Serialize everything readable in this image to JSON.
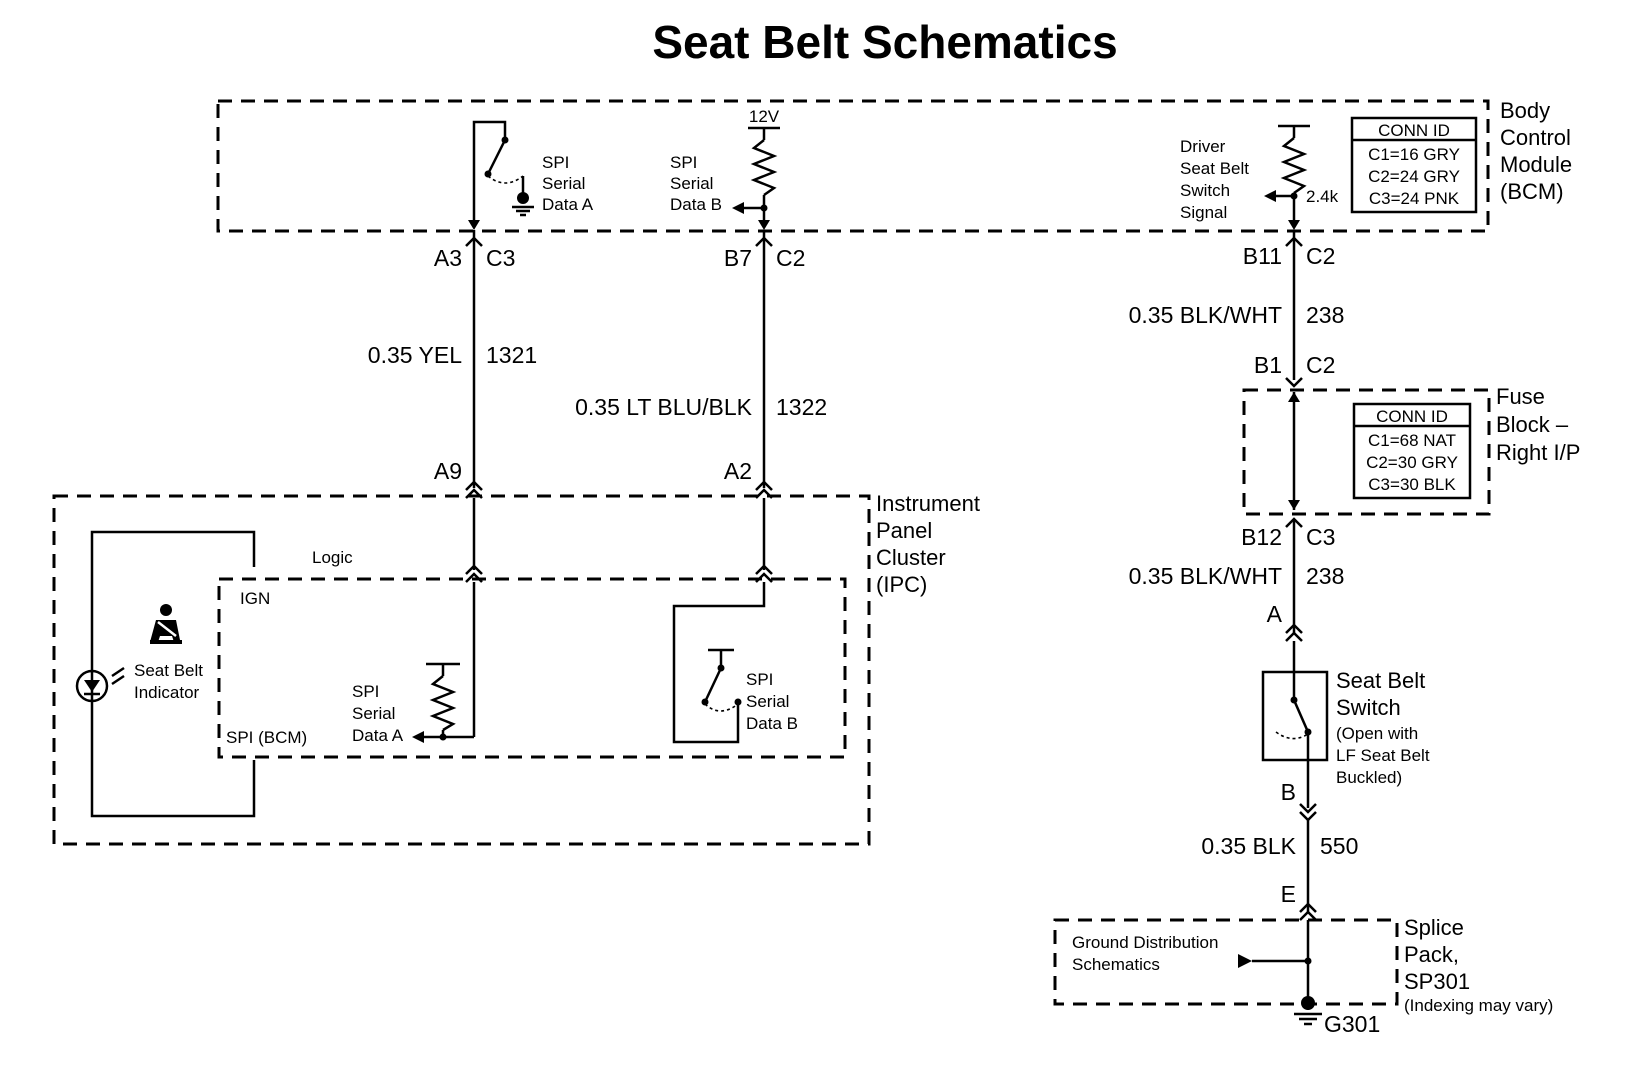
{
  "title": "Seat Belt Schematics",
  "bcm": {
    "name_lines": [
      "Body",
      "Control",
      "Module",
      "(BCM)"
    ],
    "spi_a_lines": [
      "SPI",
      "Serial",
      "Data A"
    ],
    "spi_b_lines": [
      "SPI",
      "Serial",
      "Data B"
    ],
    "voltage": "12V",
    "driver_signal_lines": [
      "Driver",
      "Seat Belt",
      "Switch",
      "Signal"
    ],
    "resistor": "2.4k",
    "conn_id": {
      "header": "CONN ID",
      "rows": [
        "C1=16 GRY",
        "C2=24 GRY",
        "C3=24 PNK"
      ]
    }
  },
  "circuits": [
    {
      "pin_top": "A3",
      "conn_top": "C3",
      "wire": "0.35 YEL",
      "circuit": "1321",
      "pin_bottom": "A9"
    },
    {
      "pin_top": "B7",
      "conn_top": "C2",
      "wire": "0.35 LT BLU/BLK",
      "circuit": "1322",
      "pin_bottom": "A2"
    }
  ],
  "right_circuit": {
    "pin_top": "B11",
    "conn_top": "C2",
    "wire1": "0.35 BLK/WHT",
    "circuit1": "238",
    "fuse_pin_top": "B1",
    "fuse_conn_top": "C2",
    "fuse_pin_bottom": "B12",
    "fuse_conn_bottom": "C3",
    "wire2": "0.35 BLK/WHT",
    "circuit2": "238",
    "switch_pin_top": "A",
    "switch_pin_bottom": "B",
    "wire3": "0.35 BLK",
    "circuit3": "550",
    "splice_pin": "E",
    "ground": "G301"
  },
  "fuse_block": {
    "name_lines": [
      "Fuse",
      "Block –",
      "Right I/P"
    ],
    "conn_id": {
      "header": "CONN ID",
      "rows": [
        "C1=68 NAT",
        "C2=30 GRY",
        "C3=30 BLK"
      ]
    }
  },
  "ipc": {
    "name_lines": [
      "Instrument",
      "Panel",
      "Cluster",
      "(IPC)"
    ],
    "logic": "Logic",
    "ign": "IGN",
    "spi_bcm": "SPI (BCM)",
    "indicator_lines": [
      "Seat Belt",
      "Indicator"
    ],
    "spi_a_lines": [
      "SPI",
      "Serial",
      "Data A"
    ],
    "spi_b_lines": [
      "SPI",
      "Serial",
      "Data B"
    ]
  },
  "seat_belt_switch": {
    "name_lines": [
      "Seat Belt",
      "Switch"
    ],
    "note_lines": [
      "(Open with",
      "LF Seat Belt",
      "Buckled)"
    ]
  },
  "splice": {
    "name_lines": [
      "Splice",
      "Pack,",
      "SP301"
    ],
    "note": "(Indexing may vary)",
    "ground_lines": [
      "Ground Distribution",
      "Schematics"
    ]
  }
}
